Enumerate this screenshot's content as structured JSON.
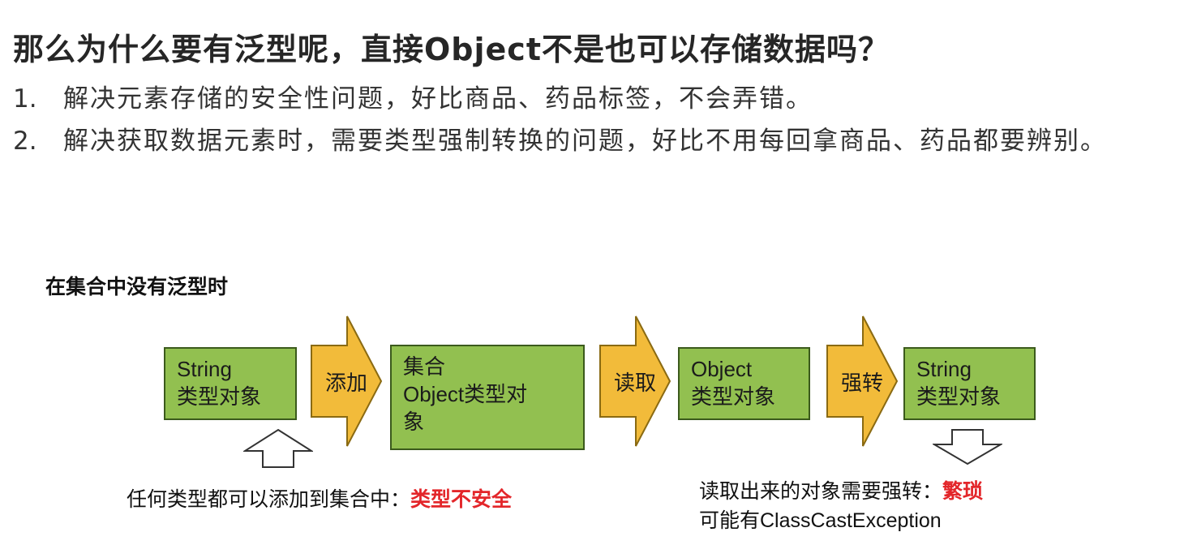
{
  "title": "那么为什么要有泛型呢，直接Object不是也可以存储数据吗？",
  "points": [
    {
      "num": "1.",
      "text": "解决元素存储的安全性问题，好比商品、药品标签，不会弄错。"
    },
    {
      "num": "2.",
      "text": "解决获取数据元素时，需要类型强制转换的问题，好比不用每回拿商品、药品都要辨别。"
    }
  ],
  "diagram": {
    "subtitle": "在集合中没有泛型时",
    "box1": {
      "line1": "String",
      "line2": "类型对象"
    },
    "arrow1": "添加",
    "box2": {
      "line1": "集合",
      "line2": "Object类型对",
      "line3": "象"
    },
    "arrow2": "读取",
    "box3": {
      "line1": "Object",
      "line2": "类型对象"
    },
    "arrow3": "强转",
    "box4": {
      "line1": "String",
      "line2": "类型对象"
    },
    "note_left": {
      "text": "任何类型都可以添加到集合中：",
      "emphasis": "类型不安全"
    },
    "note_right": {
      "line1": "读取出来的对象需要强转：",
      "emphasis": "繁琐",
      "line2": "可能有ClassCastException"
    }
  },
  "colors": {
    "box_fill": "#92c050",
    "arrow_fill": "#f2bb3a",
    "emphasis": "#e3262a"
  }
}
